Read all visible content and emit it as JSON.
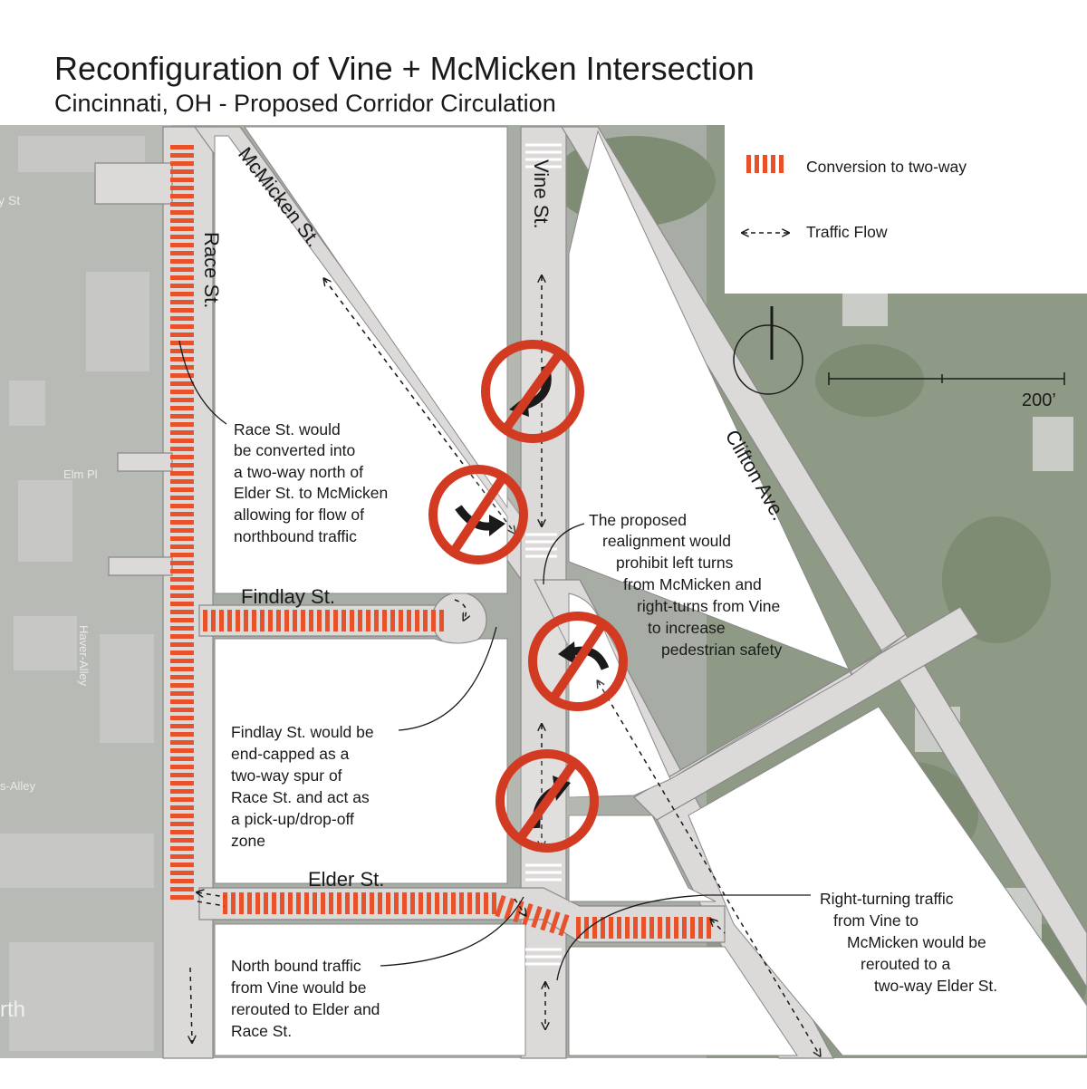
{
  "header": {
    "title": "Reconfiguration of Vine + McMicken Intersection",
    "subtitle": "Cincinnati, OH - Proposed Corridor Circulation"
  },
  "legend": {
    "two_way_label": "Conversion to two-way",
    "traffic_flow_label": "Traffic Flow"
  },
  "scale": {
    "label": "200’"
  },
  "colors": {
    "conversion_orange": "#e8512a",
    "prohibition_red": "#d33a22",
    "road_gray": "#dcd9d9",
    "block_white": "#ffffff",
    "aerial_gray": "#9aa39a"
  },
  "streets": {
    "race": "Race St.",
    "mcmicken": "McMicken St.",
    "vine": "Vine St.",
    "clifton": "Clifton Ave.",
    "findlay": "Findlay St.",
    "elder": "Elder St."
  },
  "background_labels": {
    "elm": "Elm Pl",
    "haver": "Haver-Alley",
    "alley": "s-Alley",
    "y_st": "y St",
    "north": "rth"
  },
  "annotations": {
    "race_note": [
      "Race St. would",
      "be converted into",
      "a two-way north of",
      "Elder St. to McMicken",
      "allowing for flow of",
      "northbound traffic"
    ],
    "realign_note": [
      "The proposed",
      "realignment would",
      "prohibit left turns",
      "from McMicken and",
      "right-turns from Vine",
      "to increase",
      "pedestrian safety"
    ],
    "findlay_note": [
      "Findlay St. would be",
      "end-capped as a",
      "two-way spur of",
      "Race St. and act as",
      "a pick-up/drop-off",
      "zone"
    ],
    "northbound_note": [
      "North bound traffic",
      "from Vine would be",
      "rerouted to Elder and",
      "Race St."
    ],
    "rightturn_note": [
      "Right-turning traffic",
      "from Vine to",
      "McMicken would be",
      "rerouted to a",
      "two-way Elder St."
    ]
  }
}
